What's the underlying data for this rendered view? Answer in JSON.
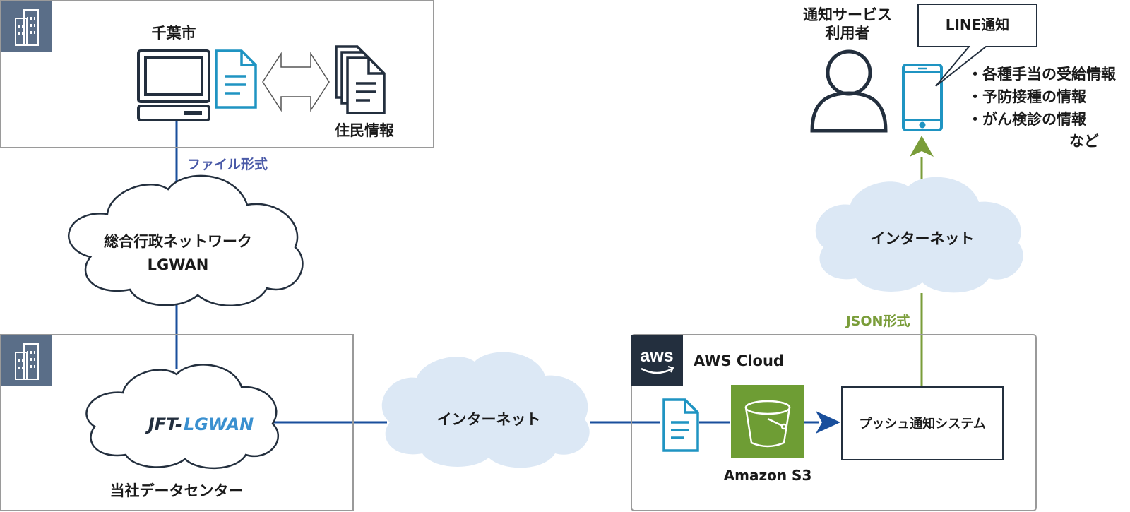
{
  "city": {
    "title": "千葉市",
    "resident_label": "住民情報"
  },
  "links": {
    "file_format": "ファイル形式",
    "json_format": "JSON形式"
  },
  "lgwan_cloud": {
    "line1": "総合行政ネットワーク",
    "line2": "LGWAN"
  },
  "datacenter": {
    "logo_left": "JFT-",
    "logo_right": "LGWAN",
    "label": "当社データセンター"
  },
  "internet_middle": {
    "label": "インターネット"
  },
  "internet_right": {
    "label": "インターネット"
  },
  "aws": {
    "logo_text": "aws",
    "title": "AWS Cloud",
    "s3_label": "Amazon S3",
    "push_label": "プッシュ通知システム"
  },
  "user": {
    "line1": "通知サービス",
    "line2": "利用者"
  },
  "notification": {
    "bubble": "LINE通知",
    "items": [
      "・各種手当の受給情報",
      "・予防接種の情報",
      "・がん検診の情報"
    ],
    "suffix": "など"
  },
  "colors": {
    "blue_line": "#1a4f9c",
    "green_line": "#7a9d3a",
    "cloud_fill": "#dce8f5",
    "building_fill": "#5a6e88",
    "doc_teal": "#1f94c2",
    "s3_green": "#6e9d34",
    "aws_dark": "#232f3e"
  },
  "icons": [
    "building-icon",
    "computer-icon",
    "document-icon",
    "documents-stack-icon",
    "double-arrow-icon",
    "cloud-icon",
    "user-icon",
    "smartphone-icon",
    "bucket-icon",
    "aws-logo-icon"
  ]
}
